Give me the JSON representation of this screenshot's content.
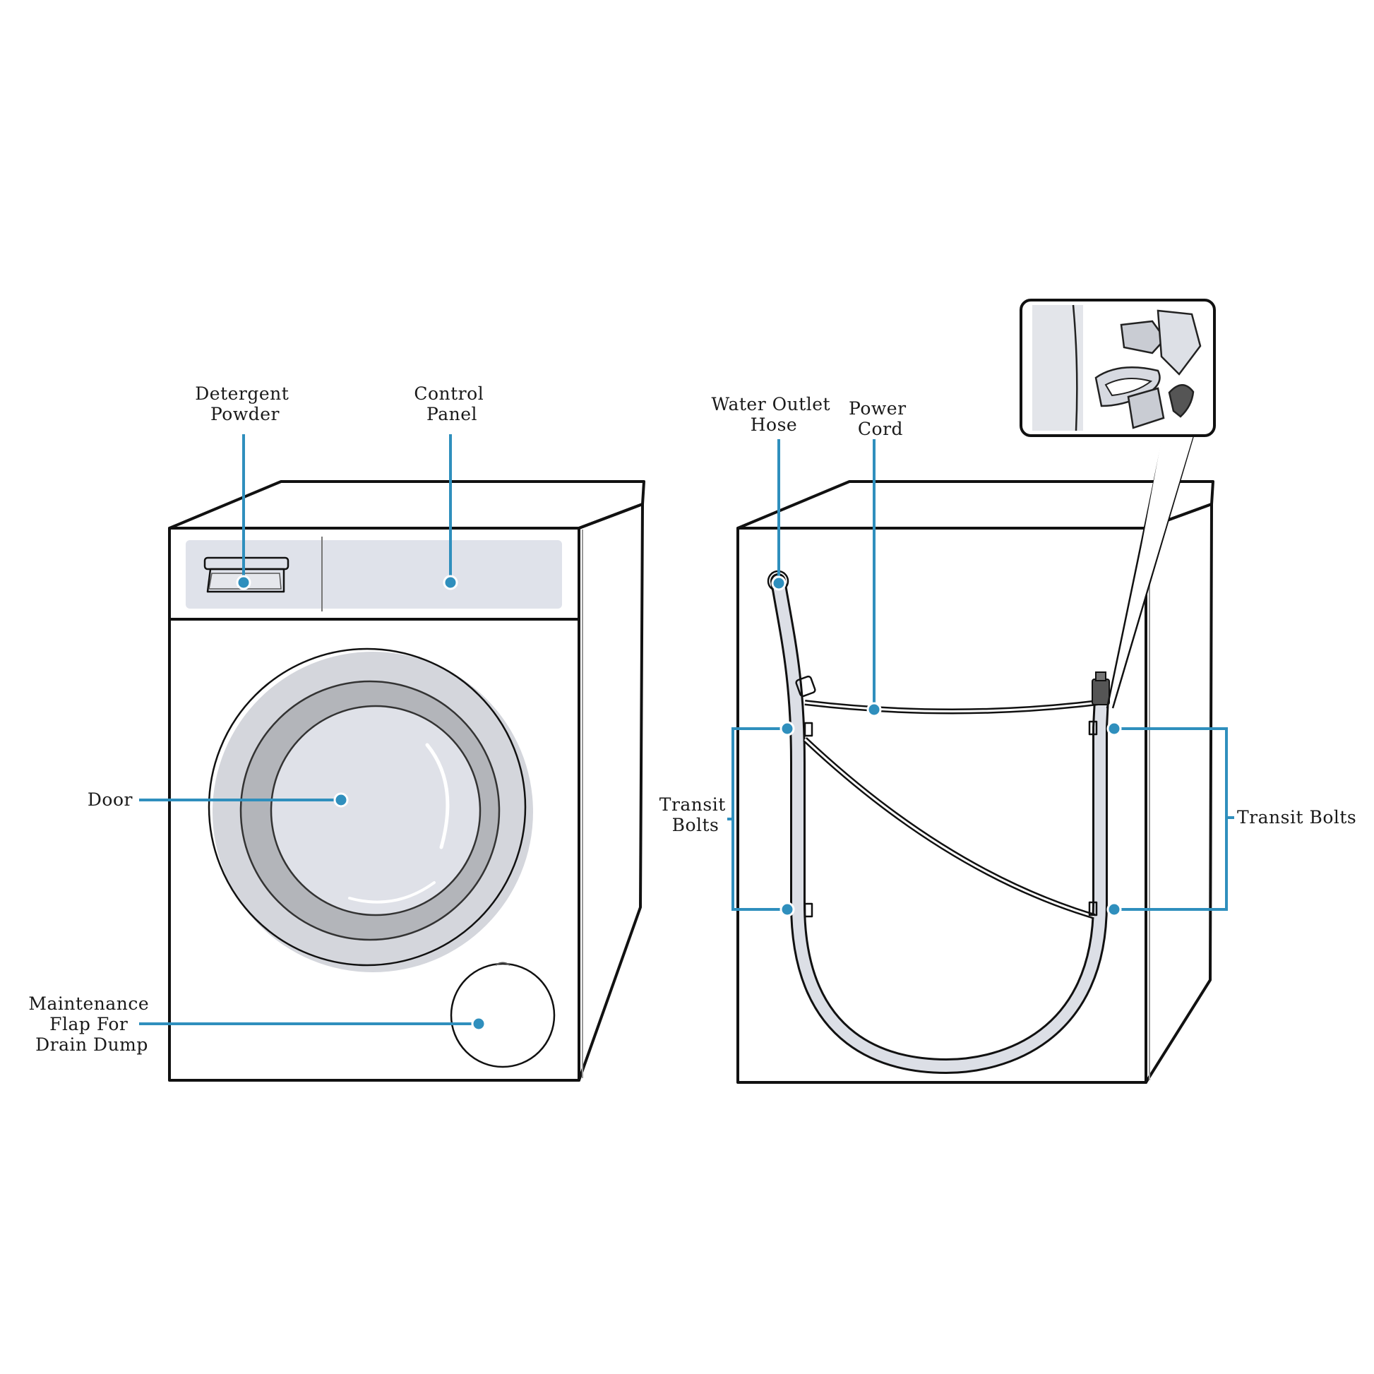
{
  "colors": {
    "accent": "#2f8fbd",
    "panel": "#dfe2ea",
    "side_shade": "#dcdfe8",
    "top_face": "#eef0f4",
    "outline": "#111111",
    "door_ring": "#b3b5ba",
    "door_glass": "#dfe1e8"
  },
  "front_view": {
    "labels": {
      "detergent_powder": [
        "Detergent",
        "Powder"
      ],
      "control_panel": [
        "Control",
        "Panel"
      ],
      "door": [
        "Door"
      ],
      "maintenance_flap": [
        "Maintenance",
        "Flap For",
        "Drain Dump"
      ]
    }
  },
  "back_view": {
    "labels": {
      "water_outlet_hose": [
        "Water Outlet",
        "Hose"
      ],
      "power_cord": [
        "Power",
        "Cord"
      ],
      "transit_bolts_left": [
        "Transit",
        "Bolts"
      ],
      "transit_bolts_right": [
        "Transit Bolts"
      ]
    },
    "inset_icon": "hose-clip-detail-icon"
  }
}
